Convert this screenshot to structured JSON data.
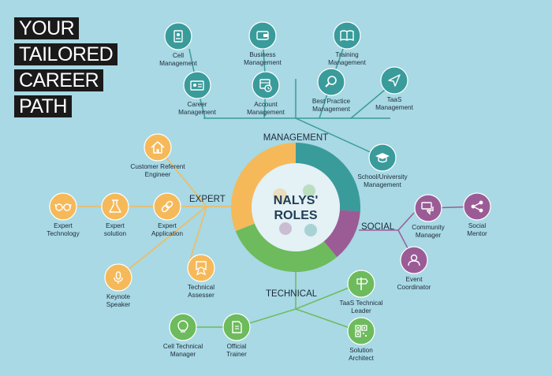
{
  "title_lines": [
    "YOUR",
    "TAILORED",
    "CAREER",
    "PATH"
  ],
  "center": {
    "line1": "NALYS'",
    "line2": "ROLES"
  },
  "colors": {
    "management": "#3a9b9b",
    "social": "#9b5c96",
    "technical": "#6dbb5c",
    "expert": "#f6b95a",
    "background": "#a8d9e4"
  },
  "categories": [
    {
      "id": "management",
      "label": "MANAGEMENT",
      "share": 0.26
    },
    {
      "id": "social",
      "label": "SOCIAL",
      "share": 0.13
    },
    {
      "id": "technical",
      "label": "TECHNICAL",
      "share": 0.3
    },
    {
      "id": "expert",
      "label": "EXPERT",
      "share": 0.31
    }
  ],
  "roles": [
    {
      "category": "management",
      "icon": "profile-card-icon",
      "lines": [
        "Cell",
        "Management"
      ]
    },
    {
      "category": "management",
      "icon": "wallet-icon",
      "lines": [
        "Business",
        "Management"
      ]
    },
    {
      "category": "management",
      "icon": "book-icon",
      "lines": [
        "Training",
        "Management"
      ]
    },
    {
      "category": "management",
      "icon": "id-card-icon",
      "lines": [
        "Career",
        "Management"
      ]
    },
    {
      "category": "management",
      "icon": "calendar-clock-icon",
      "lines": [
        "Account",
        "Management"
      ]
    },
    {
      "category": "management",
      "icon": "magnifier-icon",
      "lines": [
        "Best Practice",
        "Management"
      ]
    },
    {
      "category": "management",
      "icon": "paper-plane-icon",
      "lines": [
        "TaaS",
        "Management"
      ]
    },
    {
      "category": "management",
      "icon": "graduation-cap-icon",
      "lines": [
        "School/University",
        "Management"
      ]
    },
    {
      "category": "social",
      "icon": "chat-bubbles-icon",
      "lines": [
        "Community",
        "Manager"
      ]
    },
    {
      "category": "social",
      "icon": "share-icon",
      "lines": [
        "Social",
        "Mentor"
      ]
    },
    {
      "category": "social",
      "icon": "person-icon",
      "lines": [
        "Event",
        "Coordinator"
      ]
    },
    {
      "category": "technical",
      "icon": "signpost-icon",
      "lines": [
        "TaaS Technical",
        "Leader"
      ]
    },
    {
      "category": "technical",
      "icon": "qr-code-icon",
      "lines": [
        "Solution",
        "Architect"
      ]
    },
    {
      "category": "technical",
      "icon": "lightbulb-icon",
      "lines": [
        "Cell Technical",
        "Manager"
      ]
    },
    {
      "category": "technical",
      "icon": "document-icon",
      "lines": [
        "Official",
        "Trainer"
      ]
    },
    {
      "category": "expert",
      "icon": "house-icon",
      "lines": [
        "Customer Referent",
        "Engineer"
      ]
    },
    {
      "category": "expert",
      "icon": "glasses-icon",
      "lines": [
        "Expert",
        "Technology"
      ]
    },
    {
      "category": "expert",
      "icon": "flask-icon",
      "lines": [
        "Expert",
        "solution"
      ]
    },
    {
      "category": "expert",
      "icon": "chain-link-icon",
      "lines": [
        "Expert",
        "Application"
      ]
    },
    {
      "category": "expert",
      "icon": "microphone-icon",
      "lines": [
        "Keynote",
        "Speaker"
      ]
    },
    {
      "category": "expert",
      "icon": "award-icon",
      "lines": [
        "Technical",
        "Assesser"
      ]
    }
  ]
}
